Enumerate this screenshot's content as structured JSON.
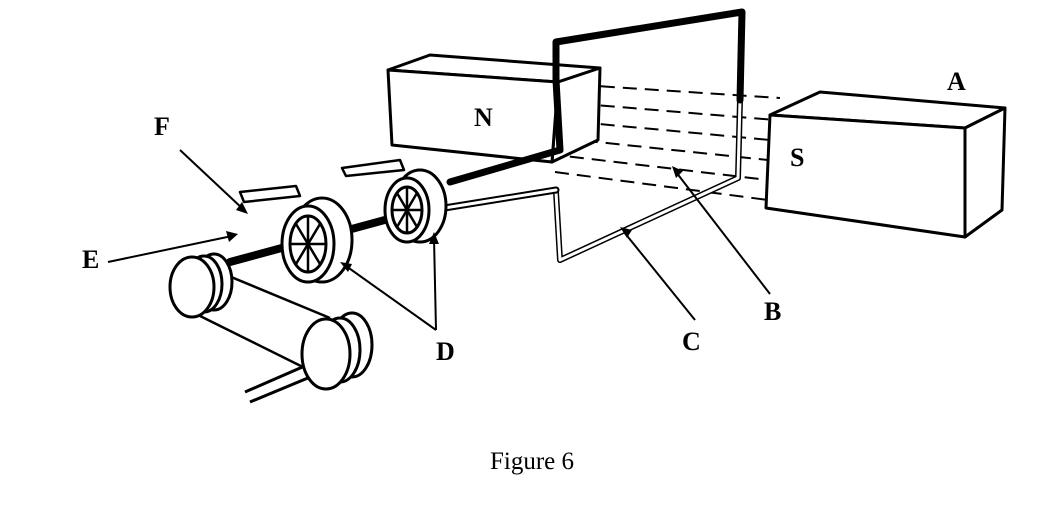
{
  "labels": {
    "A": "A",
    "N": "N",
    "S": "S",
    "F": "F",
    "E": "E",
    "D": "D",
    "C": "C",
    "B": "B"
  },
  "caption": "Figure 6"
}
